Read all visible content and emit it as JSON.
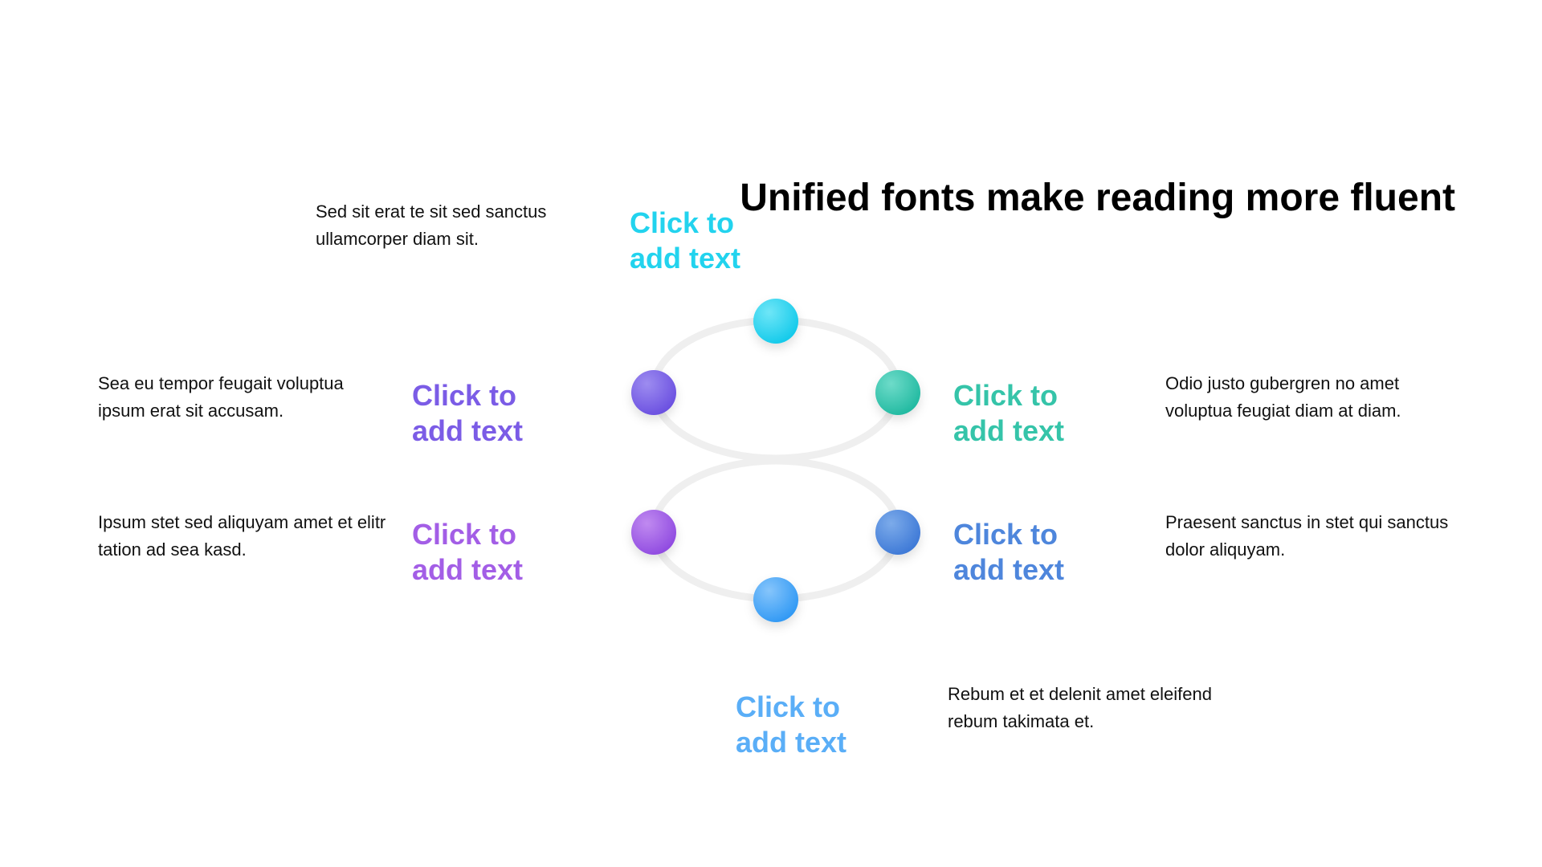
{
  "title": "Unified fonts make reading more fluent",
  "colors": {
    "ring": "#efefef",
    "node_top": "#2ed6f0",
    "node_left_upper": "#7a63e8",
    "node_right_upper": "#2ec4b0",
    "node_left_lower": "#9f5fe6",
    "node_right_lower": "#4f8ddf",
    "node_bottom": "#4aa8f7"
  },
  "items": [
    {
      "id": "top",
      "label": "Click to add text",
      "label_color": "#22d3ee",
      "description": "Sed sit erat te sit sed sanctus ullamcorper diam sit."
    },
    {
      "id": "left-upper",
      "label": "Click to add text",
      "label_color": "#7b5ce6",
      "description": "Sea eu tempor feugait voluptua ipsum erat sit accusam."
    },
    {
      "id": "right-upper",
      "label": "Click to add text",
      "label_color": "#35c4a9",
      "description": "Odio justo gubergren no amet voluptua feugiat diam at diam."
    },
    {
      "id": "left-lower",
      "label": "Click to add text",
      "label_color": "#a35ee6",
      "description": "Ipsum stet sed aliquyam amet et elitr tation ad sea kasd."
    },
    {
      "id": "right-lower",
      "label": "Click to add text",
      "label_color": "#4e86dc",
      "description": "Praesent sanctus in stet qui sanctus dolor aliquyam."
    },
    {
      "id": "bottom",
      "label": "Click to add text",
      "label_color": "#5aaef7",
      "description": "Rebum et et delenit amet eleifend rebum takimata et."
    }
  ]
}
